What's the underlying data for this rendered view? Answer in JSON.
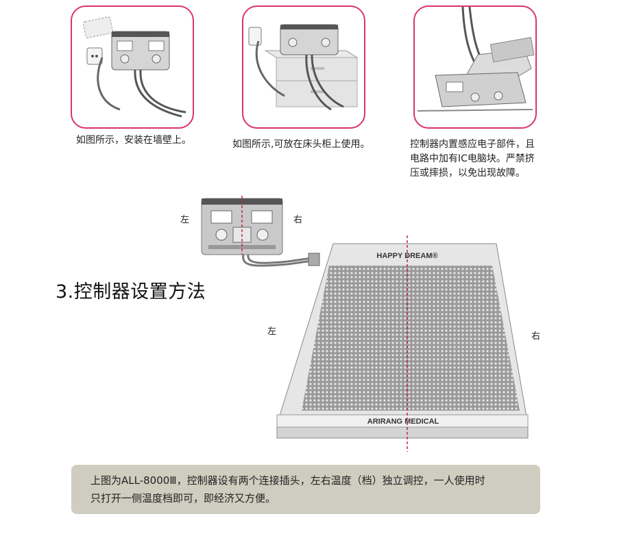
{
  "panels": [
    {
      "caption": [
        "如图所示，安装在墙壁上。"
      ]
    },
    {
      "caption": [
        "如图所示,可放在床头柜上使用。"
      ]
    },
    {
      "caption": [
        "控制器内置感应电子部件，且",
        "电路中加有IC电脑块。严禁挤",
        "压或摔损，以免出现故障。"
      ]
    }
  ],
  "controller_labels": {
    "left": "左",
    "right": "右"
  },
  "mat_labels": {
    "left": "左",
    "right": "右",
    "top_brand": "HAPPY DREAM®",
    "bottom_brand": "ARIRANG MEDICAL"
  },
  "section_title": "3.控制器设置方法",
  "note": [
    "上图为ALL-8000Ⅲ，控制器设有两个连接插头，左右温度（档）独立调控，一人使用时",
    "只打开一侧温度档即可，即经济又方便。"
  ],
  "colors": {
    "panel_border": "#d9336e",
    "note_bg": "#cfcdbf",
    "divider": "#c0283a"
  }
}
